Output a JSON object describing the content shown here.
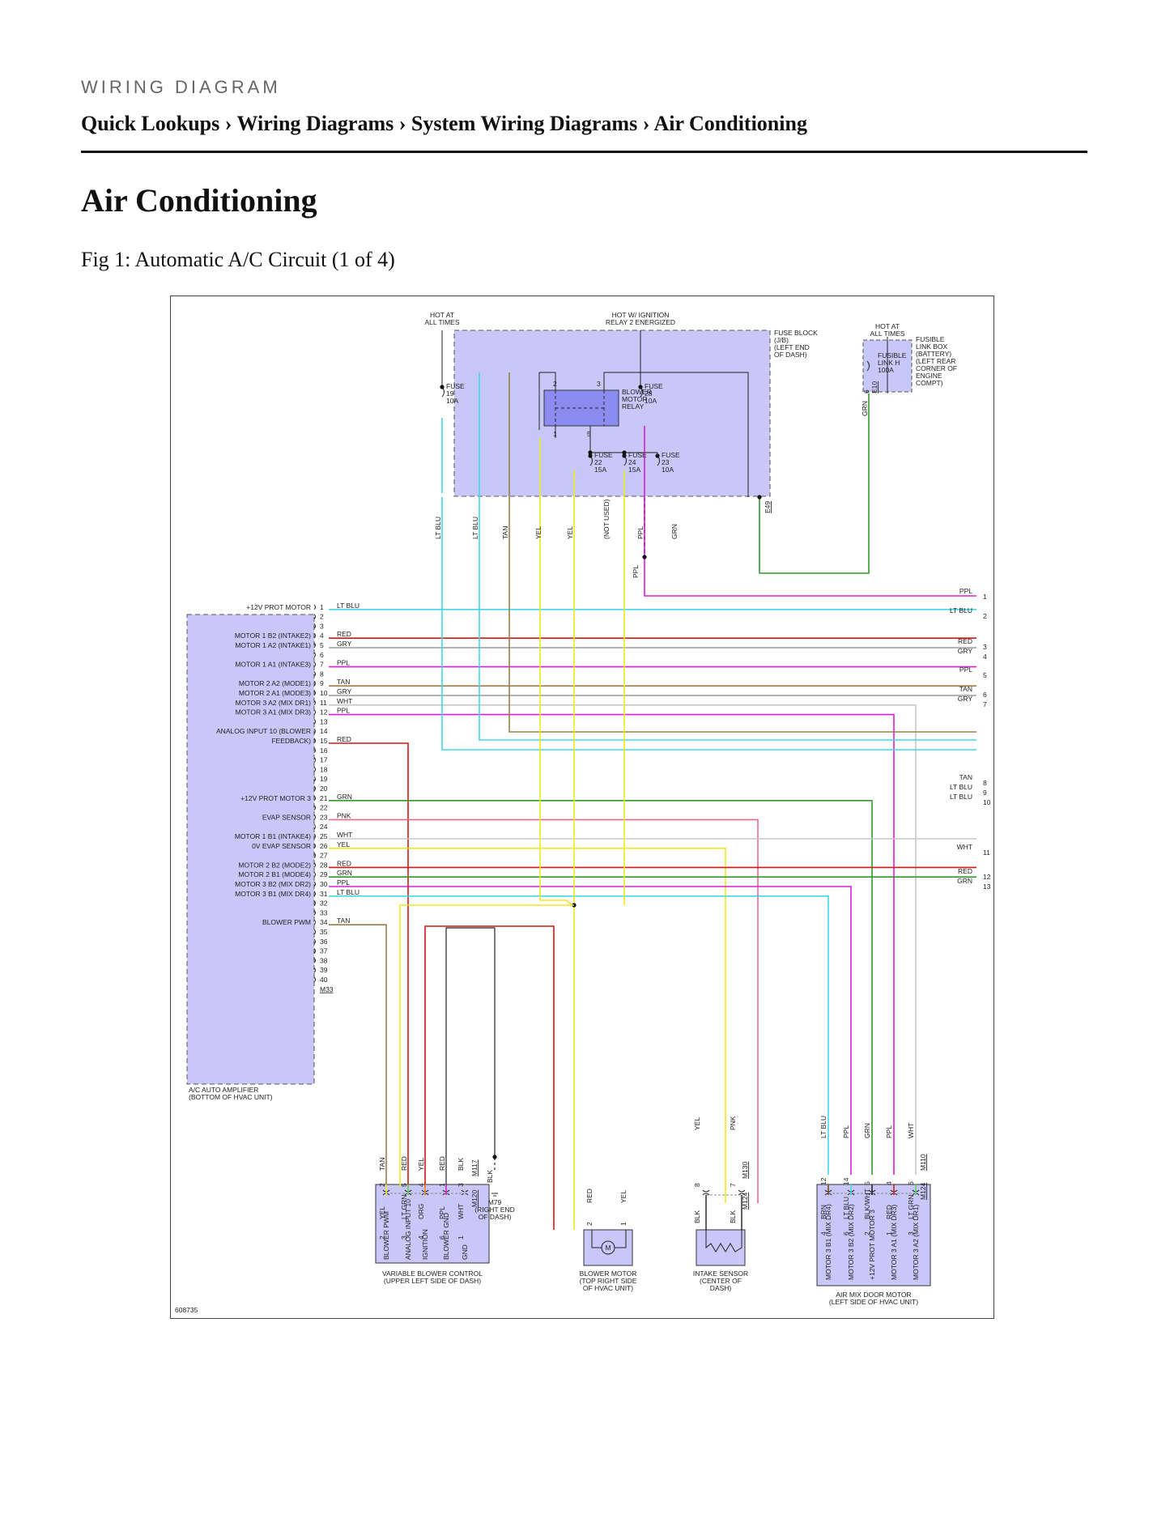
{
  "header": {
    "kicker": "WIRING DIAGRAM",
    "breadcrumb": [
      "Quick Lookups",
      "Wiring Diagrams",
      "System Wiring Diagrams",
      "Air Conditioning"
    ],
    "separator": "›"
  },
  "page_title": "Air Conditioning",
  "figure_caption": "Fig 1: Automatic A/C Circuit (1 of 4)",
  "diagram": {
    "figure_id": "608735",
    "top_labels": {
      "hot_at_all_times_1": [
        "HOT AT",
        "ALL TIMES"
      ],
      "hot_ignition": [
        "HOT W/ IGNITION",
        "RELAY 2 ENERGIZED"
      ],
      "hot_at_all_times_2": [
        "HOT AT",
        "ALL TIMES"
      ]
    },
    "fuse_block_label": [
      "FUSE BLOCK",
      "(J/B)",
      "(LEFT END",
      "OF DASH)"
    ],
    "fusible_link_box_label": [
      "FUSIBLE",
      "LINK BOX",
      "(BATTERY)",
      "(LEFT REAR",
      "CORNER OF",
      "ENGINE",
      "COMPT)"
    ],
    "fusible_link": [
      "FUSIBLE",
      "LINK H",
      "100A"
    ],
    "relay_label": [
      "BLOWER",
      "MOTOR",
      "RELAY"
    ],
    "relay_pins": [
      "2",
      "3",
      "1",
      "5"
    ],
    "fuses": [
      {
        "lines": [
          "FUSE",
          "19",
          "10A"
        ]
      },
      {
        "lines": [
          "FUSE",
          "28",
          "10A"
        ]
      },
      {
        "lines": [
          "FUSE",
          "22",
          "15A"
        ]
      },
      {
        "lines": [
          "FUSE",
          "24",
          "15A"
        ]
      },
      {
        "lines": [
          "FUSE",
          "23",
          "10A"
        ]
      }
    ],
    "fuse_outputs": [
      "LT BLU",
      "LT BLU",
      "TAN",
      "YEL",
      "YEL",
      "(NOT USED)",
      "PPL",
      "GRN"
    ],
    "connector_e49": "E49",
    "connector_e10": "E10",
    "e10_pin": "6",
    "grn_label": "GRN",
    "ppl_label": "PPL",
    "amplifier": {
      "name": [
        "A/C AUTO AMPLIFIER",
        "(BOTTOM OF HVAC UNIT)"
      ],
      "connector": "M33",
      "pin_numbers": [
        "1",
        "2",
        "3",
        "4",
        "5",
        "6",
        "7",
        "8",
        "9",
        "10",
        "11",
        "12",
        "13",
        "14",
        "15",
        "16",
        "17",
        "18",
        "19",
        "20",
        "21",
        "22",
        "23",
        "24",
        "25",
        "26",
        "27",
        "28",
        "29",
        "30",
        "31",
        "32",
        "33",
        "34",
        "35",
        "36",
        "37",
        "38",
        "39",
        "40"
      ],
      "pin_labels": [
        {
          "pin": "1",
          "text": "+12V PROT MOTOR"
        },
        {
          "pin": "4",
          "text": "MOTOR 1 B2 (INTAKE2)"
        },
        {
          "pin": "5",
          "text": "MOTOR 1 A2 (INTAKE1)"
        },
        {
          "pin": "7",
          "text": "MOTOR 1 A1 (INTAKE3)"
        },
        {
          "pin": "9",
          "text": "MOTOR 2 A2 (MODE1)"
        },
        {
          "pin": "10",
          "text": "MOTOR 2 A1 (MODE3)"
        },
        {
          "pin": "11",
          "text": "MOTOR 3 A2 (MIX DR1)"
        },
        {
          "pin": "12",
          "text": "MOTOR 3 A1 (MIX DR3)"
        },
        {
          "pin": "14",
          "text": "ANALOG INPUT 10 (BLOWER"
        },
        {
          "pin": "15",
          "text": "FEEDBACK)"
        },
        {
          "pin": "21",
          "text": "+12V PROT MOTOR 3"
        },
        {
          "pin": "23",
          "text": "EVAP SENSOR"
        },
        {
          "pin": "25",
          "text": "MOTOR 1 B1 (INTAKE4)"
        },
        {
          "pin": "26",
          "text": "0V EVAP SENSOR"
        },
        {
          "pin": "28",
          "text": "MOTOR 2 B2 (MODE2)"
        },
        {
          "pin": "29",
          "text": "MOTOR 2 B1 (MODE4)"
        },
        {
          "pin": "30",
          "text": "MOTOR 3 B2 (MIX DR2)"
        },
        {
          "pin": "31",
          "text": "MOTOR 3 B1 (MIX DR4)"
        },
        {
          "pin": "34",
          "text": "BLOWER PWM"
        }
      ]
    },
    "wires_left": [
      {
        "pin": "1",
        "label": "LT BLU",
        "color": "#40d8e8"
      },
      {
        "pin": "4",
        "label": "RED",
        "color": "#d01818"
      },
      {
        "pin": "5",
        "label": "GRY",
        "color": "#9a9a9a"
      },
      {
        "pin": "7",
        "label": "PPL",
        "color": "#d81ed8"
      },
      {
        "pin": "9",
        "label": "TAN",
        "color": "#9b7e4a"
      },
      {
        "pin": "10",
        "label": "GRY",
        "color": "#9a9a9a"
      },
      {
        "pin": "11",
        "label": "WHT",
        "color": "#c8c8c8"
      },
      {
        "pin": "12",
        "label": "PPL",
        "color": "#d81ed8"
      },
      {
        "pin": "15",
        "label": "RED",
        "color": "#d01818"
      },
      {
        "pin": "21",
        "label": "GRN",
        "color": "#2e9a2e"
      },
      {
        "pin": "23",
        "label": "PNK",
        "color": "#e86a8a"
      },
      {
        "pin": "25",
        "label": "WHT",
        "color": "#c8c8c8"
      },
      {
        "pin": "26",
        "label": "YEL",
        "color": "#f0e820"
      },
      {
        "pin": "28",
        "label": "RED",
        "color": "#d01818"
      },
      {
        "pin": "29",
        "label": "GRN",
        "color": "#2e9a2e"
      },
      {
        "pin": "30",
        "label": "PPL",
        "color": "#d81ed8"
      },
      {
        "pin": "31",
        "label": "LT BLU",
        "color": "#40d8e8"
      },
      {
        "pin": "34",
        "label": "TAN",
        "color": "#9b7e4a"
      }
    ],
    "continuations": [
      {
        "n": "1",
        "label": "PPL"
      },
      {
        "n": "2",
        "label": "LT BLU"
      },
      {
        "n": "3",
        "label": "RED"
      },
      {
        "n": "4",
        "label": "GRY"
      },
      {
        "n": "5",
        "label": "PPL"
      },
      {
        "n": "6",
        "label": "TAN"
      },
      {
        "n": "7",
        "label": "GRY"
      },
      {
        "n": "8",
        "label": "TAN"
      },
      {
        "n": "9",
        "label": "LT BLU"
      },
      {
        "n": "10",
        "label": "LT BLU"
      },
      {
        "n": "11",
        "label": "WHT"
      },
      {
        "n": "12",
        "label": "RED"
      },
      {
        "n": "13",
        "label": "GRN"
      }
    ],
    "blower_control": {
      "name": [
        "VARIABLE BLOWER CONTROL",
        "(UPPER LEFT SIDE OF DASH)"
      ],
      "pins": [
        "BLOWER PWM",
        "ANALOG INPUT 10",
        "IGNITION",
        "BLOWER GND",
        "GND"
      ],
      "upper_wires": [
        "TAN",
        "RED",
        "YEL",
        "RED",
        "BLK"
      ],
      "upper_pins": [
        "2",
        "5",
        "4",
        "1",
        "3"
      ],
      "lower_wires": [
        "YEL",
        "LT GRN",
        "ORG",
        "PPL",
        "WHT"
      ],
      "lower_pins": [
        "2",
        "3",
        "4",
        "6",
        "1"
      ],
      "connectors": [
        "M117",
        "M120"
      ]
    },
    "ground": {
      "wire": "BLK",
      "name": [
        "M79",
        "(RIGHT END",
        "OF DASH)"
      ]
    },
    "blower_motor": {
      "name": [
        "BLOWER MOTOR",
        "(TOP RIGHT SIDE",
        "OF HVAC UNIT)"
      ],
      "wires": [
        "RED",
        "YEL"
      ],
      "pins": [
        "2",
        "1"
      ],
      "symbol": "M"
    },
    "intake_sensor": {
      "name": [
        "INTAKE SENSOR",
        "(CENTER OF",
        "DASH)"
      ],
      "upper_wires": [
        "YEL",
        "PNK"
      ],
      "pins": [
        "8",
        "7"
      ],
      "lower_wires": [
        "BLK",
        "BLK"
      ],
      "connectors": [
        "M130",
        "M124"
      ]
    },
    "air_mix_motor": {
      "name": [
        "AIR MIX DOOR MOTOR",
        "(LEFT SIDE OF HVAC UNIT)"
      ],
      "upper_wires": [
        "LT BLU",
        "PPL",
        "GRN",
        "PPL",
        "WHT"
      ],
      "upper_pins": [
        "12",
        "14",
        "5",
        "4",
        "6"
      ],
      "lower_wires": [
        "BRN",
        "LT BLU",
        "BLK/WHT",
        "RED",
        "LT GRN"
      ],
      "lower_pins": [
        "4",
        "6",
        "2",
        "1",
        "3"
      ],
      "pins": [
        "MOTOR 3 B1 (MIX DR4)",
        "MOTOR 3 B2 (MIX DR2)",
        "+12V PROT MOTOR 3",
        "MOTOR 3 A1 (MIX DR3)",
        "MOTOR 3 A2 (MIX DR1)"
      ],
      "connectors": [
        "M110",
        "M124"
      ]
    },
    "colors": {
      "lt_blu": "#40d8e8",
      "red": "#d01818",
      "gry": "#9a9a9a",
      "ppl": "#d81ed8",
      "tan": "#9b7e4a",
      "wht": "#c8c8c8",
      "grn": "#2e9a2e",
      "pnk": "#e86a8a",
      "yel": "#f0e820",
      "blk": "#222222",
      "brn": "#7a4a1a",
      "org": "#e88a18",
      "lt_grn": "#58d858",
      "module_fill": "#c8c8f8"
    }
  }
}
